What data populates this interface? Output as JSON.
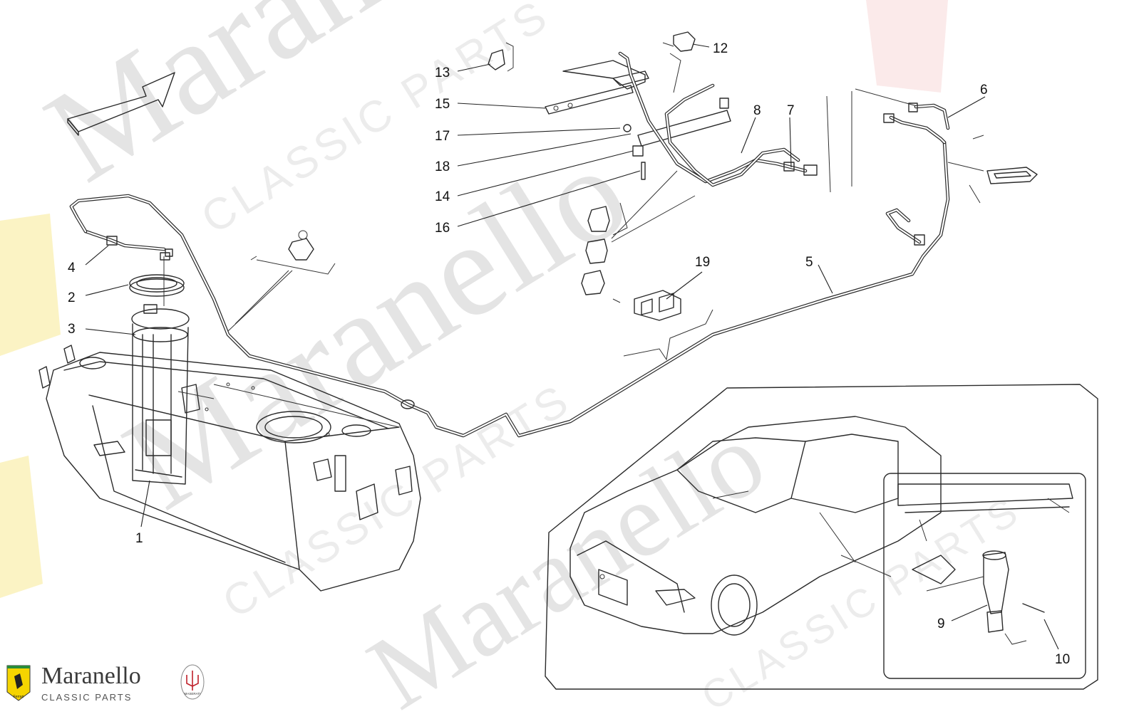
{
  "watermark": {
    "big_text": "Maranello",
    "small_text": "CLASSIC PARTS"
  },
  "brand": {
    "name": "Maranello",
    "tagline": "CLASSIC PARTS",
    "badge_ferrari": "Ferrari",
    "badge_maserati": "MASERATI"
  },
  "callouts": {
    "c1": "1",
    "c2": "2",
    "c3": "3",
    "c4": "4",
    "c5": "5",
    "c6": "6",
    "c7": "7",
    "c8": "8",
    "c9": "9",
    "c10": "10",
    "c12": "12",
    "c13": "13",
    "c14": "14",
    "c15": "15",
    "c16": "16",
    "c17": "17",
    "c18": "18",
    "c19": "19"
  },
  "colors": {
    "line": "#2a2a2a",
    "watermark": "#e4e4e4",
    "ferrari_yellow": "#f5d400",
    "maserati_red": "#c0202a"
  }
}
